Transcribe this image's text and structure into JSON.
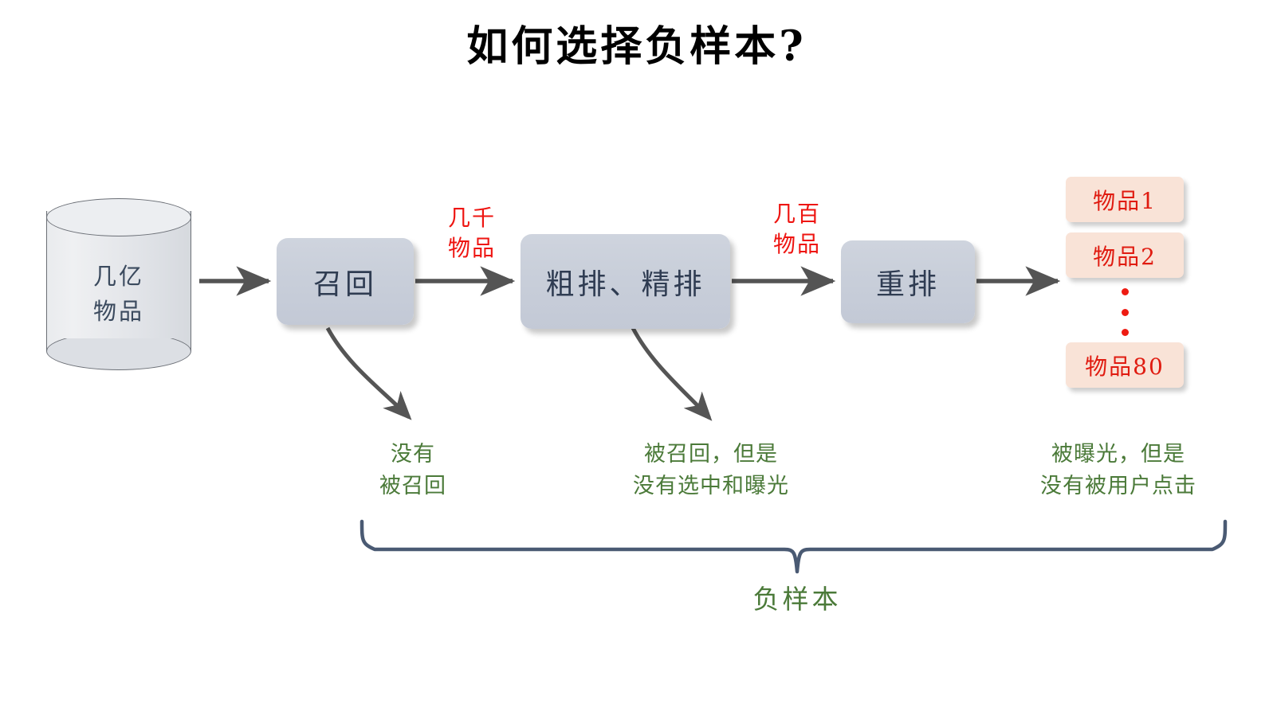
{
  "page": {
    "title": "如何选择负样本?",
    "background_color": "#ffffff"
  },
  "colors": {
    "title": "#000000",
    "stage_box_fill": "#c9cfda",
    "stage_box_text": "#2f3c52",
    "item_box_fill": "#f9e3d7",
    "item_box_text": "#e01b10",
    "flow_count_text": "#ee1511",
    "annotation_green": "#4b7a39",
    "arrow_gray": "#545454",
    "bracket_navy": "#4a5a73",
    "cylinder_fill": "#e6e8ec",
    "cylinder_stroke": "#6b6f76",
    "cylinder_text": "#3b4a5e"
  },
  "source": {
    "name": "database-cylinder",
    "label": "几亿\n物品"
  },
  "stages": [
    {
      "id": "recall",
      "label": "召回"
    },
    {
      "id": "rank",
      "label": "粗排、精排"
    },
    {
      "id": "rerank",
      "label": "重排"
    }
  ],
  "flow_counts": [
    {
      "id": "thousands",
      "label": "几千\n物品",
      "after_stage": "recall"
    },
    {
      "id": "hundreds",
      "label": "几百\n物品",
      "after_stage": "rank"
    }
  ],
  "results": {
    "items": [
      {
        "id": "item-1",
        "label": "物品1"
      },
      {
        "id": "item-2",
        "label": "物品2"
      },
      {
        "id": "item-80",
        "label": "物品80"
      }
    ],
    "ellipsis": "⋮"
  },
  "annotations": [
    {
      "id": "not-recalled",
      "label": "没有\n被召回",
      "from_stage": "recall"
    },
    {
      "id": "not-exposed",
      "label": "被召回，但是\n没有选中和曝光",
      "from_stage": "rank"
    },
    {
      "id": "not-clicked",
      "label": "被曝光，但是\n没有被用户点击",
      "from_stage": "results"
    }
  ],
  "bracket": {
    "label": "负样本",
    "spans_from": "not-recalled",
    "spans_to": "not-clicked"
  }
}
